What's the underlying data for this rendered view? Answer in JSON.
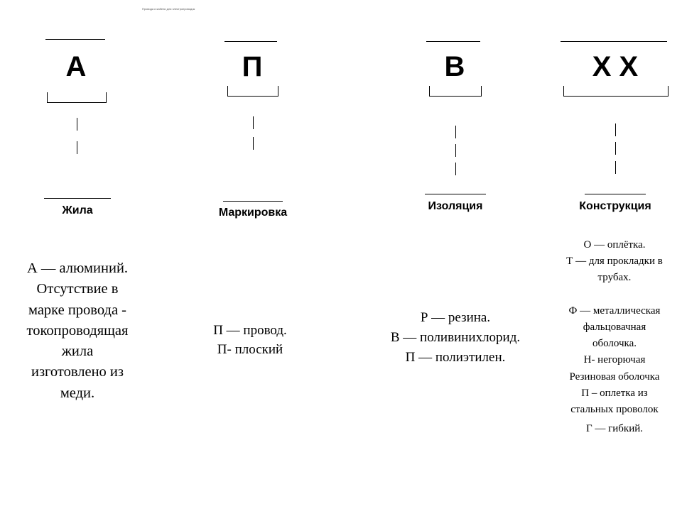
{
  "header_note": "Провода и кабели для электропроводок",
  "columns": [
    {
      "letter": "А",
      "label": "Жила",
      "desc": [
        "А — алюминий.",
        "Отсутствие в",
        "марке провода -",
        "токопроводящая",
        "жила",
        "изготовлено из",
        "меди."
      ]
    },
    {
      "letter": "П",
      "label": "Маркировка",
      "desc": [
        "П — провод.",
        "П-   плоский"
      ]
    },
    {
      "letter": "В",
      "label": "Изоляция",
      "desc": [
        "Р — резина.",
        "В — поливинихлорид.",
        "П — полиэтилен."
      ]
    },
    {
      "letter": "Х Х",
      "label": "Конструкция",
      "desc": [
        "О — оплётка.",
        "Т — для прокладки в",
        "трубах.",
        "",
        "Ф — металлическая",
        "фальцовачная",
        "оболочка.",
        "Н- негорючая",
        "Резиновая оболочка",
        "П – оплетка из",
        "стальных проволок",
        "Г — гибкий."
      ]
    }
  ]
}
